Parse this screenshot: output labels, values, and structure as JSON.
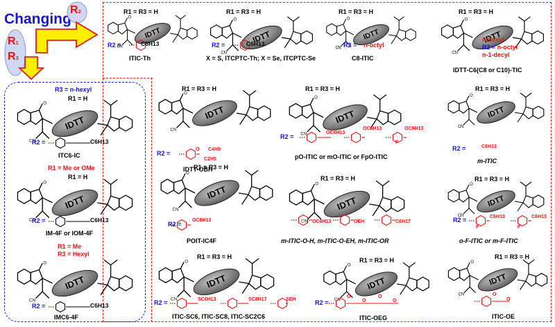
{
  "header": {
    "changing": "Changing",
    "r2": "R",
    "r2_sub": "2",
    "r1": "R",
    "r1_sub": "1",
    "r3": "R",
    "r3_sub": "3"
  },
  "core_label": "IDTT",
  "r1r3_h": "R1 = R3 = H",
  "r1_h": "R1 = H",
  "r2_prefix": "R2 =",
  "top_row": [
    {
      "name": "ITIC-Th",
      "substituent": "C6H13"
    },
    {
      "name": "X = S, ITCPTC-Th; X = Se, ITCPTC-Se",
      "substituent": "C6H13",
      "atom": "X"
    },
    {
      "name": "C8-ITIC",
      "substituent": "n-octyl"
    },
    {
      "name": "IDTT-C6(C8 or C10)-TIC",
      "substituent_lines": [
        "n-hexyl",
        "n-octyl",
        "n-1-decyl"
      ]
    }
  ],
  "blue_panel": [
    {
      "r_line": "R3 = n-hexyl",
      "name": "ITC6-IC",
      "substituent": "C6H13"
    },
    {
      "r_line": "R1 = Me or OMe",
      "name": "IM-4F or IOM-4F",
      "substituent": "C6H13"
    },
    {
      "r_line_1": "R1 = Me",
      "r_line_2": "R3 = Hexyl",
      "name": "IMC6-4F",
      "substituent": "C6H13"
    }
  ],
  "grid": [
    {
      "name": "IDTT-OBH",
      "subs": [
        "O",
        "C4H9",
        "C2H5"
      ]
    },
    {
      "name": "pO-ITIC or mO-ITIC or FpO-ITIC",
      "subs": [
        "OC6H13",
        "OC6H13",
        "OC6H13",
        "F"
      ]
    },
    {
      "name": "m-ITIC",
      "subs": [
        "C6H13"
      ]
    },
    {
      "name": "POIT-IC4F",
      "subs": [
        "OC6H13"
      ]
    },
    {
      "name": "m-ITIC-O-H, m-ITIC-O-EH, m-ITIC-OR",
      "subs": [
        "OC6H13",
        "OEH",
        "C6H17"
      ]
    },
    {
      "name": "o-F-ITIC or m-F-ITIC",
      "subs": [
        "C6H13",
        "F",
        "C6H13",
        "F"
      ]
    },
    {
      "name": "ITIC-SC6, ITIC-SC8, ITIC-SC2C6",
      "subs": [
        "SC6H13",
        "SC8H17",
        "SEH"
      ]
    },
    {
      "name": "ITIC-OEG",
      "subs": [
        "O",
        "O",
        "O",
        "O"
      ]
    },
    {
      "name": "ITIC-OE",
      "subs": [
        "O",
        "O"
      ]
    }
  ],
  "colors": {
    "red": "#ee1111",
    "blue": "#1010ee",
    "yellow": "#ffee00"
  }
}
